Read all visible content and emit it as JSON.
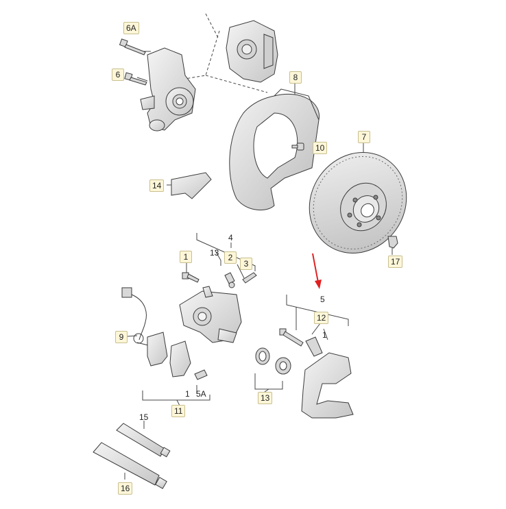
{
  "labels": {
    "l6a": "6A",
    "l6": "6",
    "l8": "8",
    "l10": "10",
    "l7": "7",
    "l14": "14",
    "l4": "4",
    "l13a": "13",
    "l2": "2",
    "l3": "3",
    "l1a": "1",
    "l17": "17",
    "l5": "5",
    "l12": "12",
    "l1b": "1",
    "l9": "9",
    "l1c": "1",
    "l5a": "5A",
    "l11": "11",
    "l13b": "13",
    "l15": "15",
    "l16": "16"
  },
  "colors": {
    "part_fill": "#e8e8e8",
    "part_stroke": "#3a3a3a",
    "leader": "#444444",
    "label_bg": "#fdf6d8",
    "arrow": "#e02020"
  }
}
